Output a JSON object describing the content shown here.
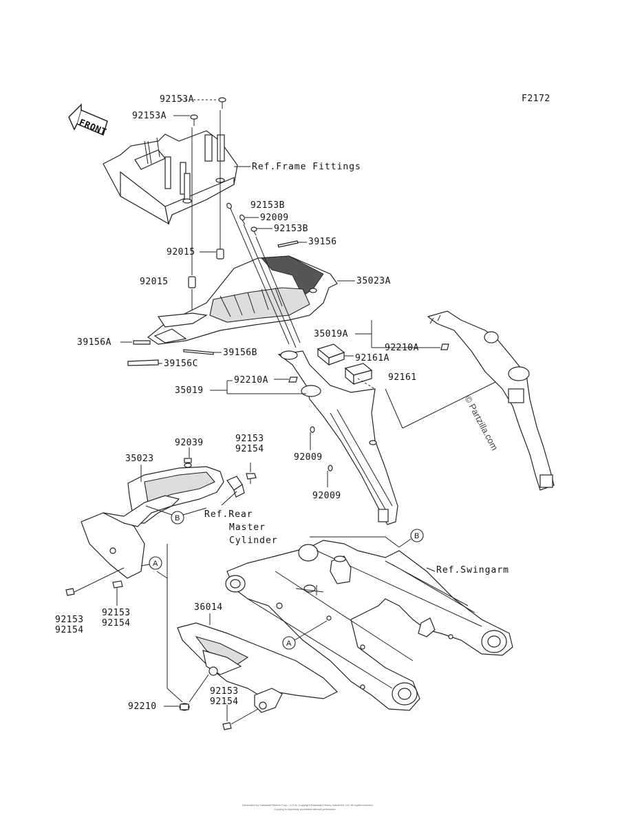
{
  "figure_id": "F2172",
  "front_arrow": "FRONT",
  "watermark": "© Partzilla.com",
  "copyright_line1": "Generated by Kawasaki Motors Corp., U.S.A. Copyright Kawasaki Heavy Industries, Ltd. All rights reserved.",
  "copyright_line2": "Copying is expressly prohibited without permission.",
  "refs": {
    "frame_fittings": "Ref.Frame Fittings",
    "rear": "Ref.Rear",
    "master": "Master",
    "cylinder": "Cylinder",
    "swingarm": "Ref.Swingarm"
  },
  "callouts": {
    "a": "A",
    "b": "B"
  },
  "labels": {
    "p92153A_top": "92153A",
    "p92153A_left": "92153A",
    "p92153B": "92153B",
    "p92009_top": "92009",
    "p92153B_2": "92153B",
    "p39156": "39156",
    "p92015_a": "92015",
    "p92015_b": "92015",
    "p35023A": "35023A",
    "p35019A": "35019A",
    "p92210A_r": "92210A",
    "p39156A": "39156A",
    "p39156B": "39156B",
    "p92161A": "92161A",
    "p39156C": "39156C",
    "p92161": "92161",
    "p92210A_l": "92210A",
    "p35019": "35019",
    "p92039": "92039",
    "p92153_m": "92153",
    "p92154_m": "92154",
    "p35023": "35023",
    "p92009_m": "92009",
    "p92009_b": "92009",
    "p92153_l": "92153",
    "p92154_l": "92154",
    "p92153_c": "92153",
    "p92154_c": "92154",
    "p36014": "36014",
    "p92210": "92210",
    "p92153_b": "92153",
    "p92154_b": "92154"
  }
}
